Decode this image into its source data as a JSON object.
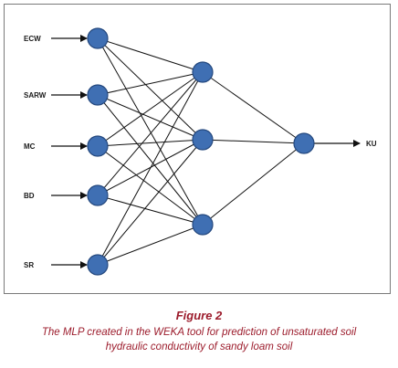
{
  "diagram": {
    "inputs": [
      "ECW",
      "SARW",
      "MC",
      "BD",
      "SR"
    ],
    "hidden_count": 3,
    "output": "KU",
    "colors": {
      "node_fill": "#3f6fb3",
      "node_stroke": "#24487e",
      "edge": "#111111",
      "frame": "#7a7a7a"
    }
  },
  "caption": {
    "figure_number": "Figure 2",
    "text": "The MLP created in the WEKA tool for prediction of unsaturated soil hydraulic conductivity of sandy loam soil",
    "color": "#9c1c2c"
  }
}
